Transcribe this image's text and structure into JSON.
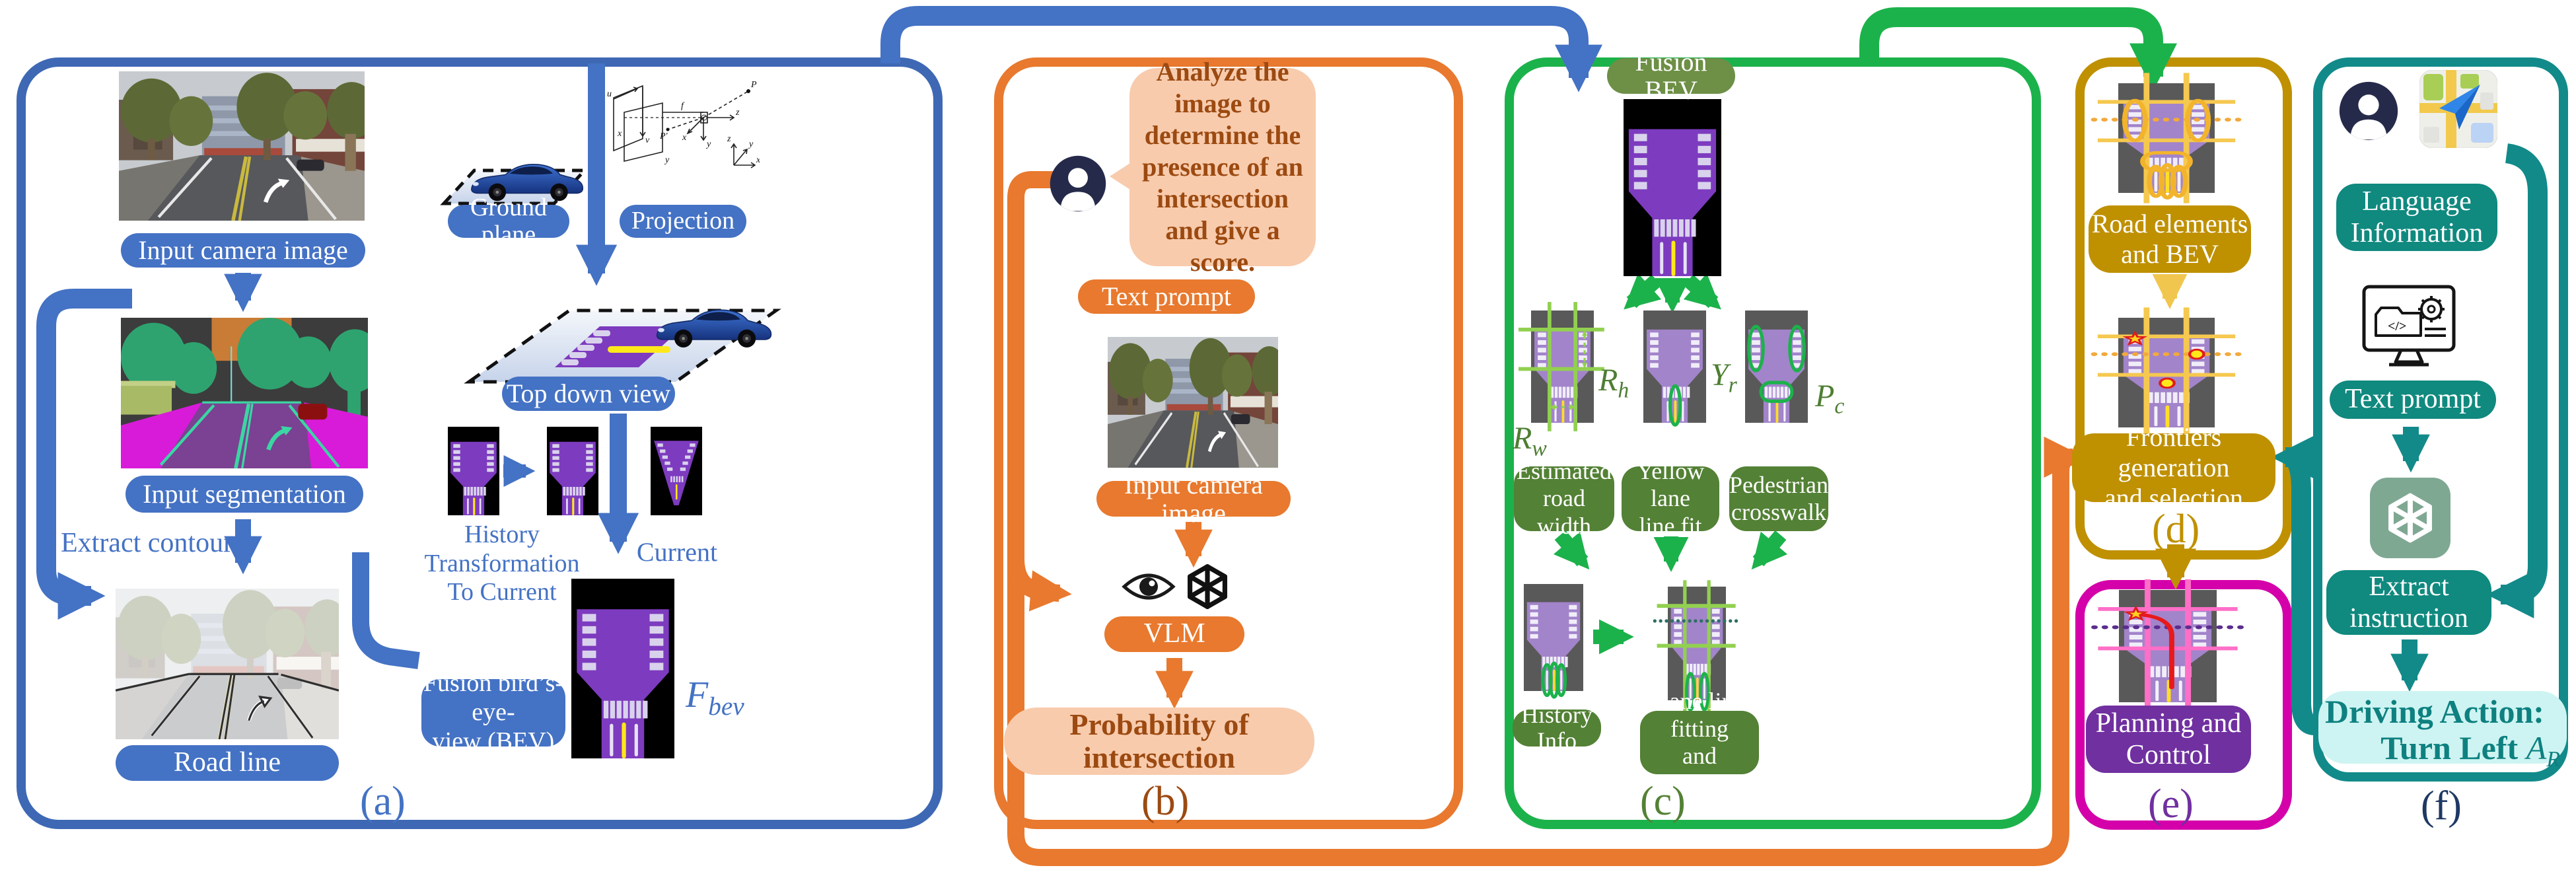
{
  "figure": {
    "caption_a": "(a)",
    "caption_b": "(b)",
    "caption_c": "(c)",
    "caption_d": "(d)",
    "caption_e": "(e)",
    "caption_f": "(f)"
  },
  "panel_a": {
    "input_camera_label": "Input camera image",
    "input_segmentation_label": "Input segmentation",
    "extract_contours_label": "Extract contours:",
    "road_line_label": "Road line",
    "ground_plane_label": "Ground plane",
    "projection_label": "Projection",
    "projection_marks": {
      "u": "u",
      "v": "v",
      "x": "x",
      "y": "y",
      "z": "z",
      "f": "f",
      "p": "P",
      "p_prime": "P'"
    },
    "top_down_label": "Top down view",
    "history_caption_line1": "History Transformation",
    "history_caption_line2": "To Current",
    "current_caption": "Current",
    "fusion_pill_line1": "Fusion bird’s-eye-",
    "fusion_pill_line2": "view (BEV)",
    "fbev": {
      "base": "F",
      "sub": "bev"
    }
  },
  "panel_b": {
    "speech_text": "Analyze the image to determine the presence of an intersection and give a score.",
    "text_prompt_label": "Text prompt",
    "input_camera_label": "Input camera image",
    "vlm_label": "VLM",
    "probability_label": "Probability of intersection"
  },
  "panel_c": {
    "fusion_bev_label": "Fusion BEV",
    "rh": {
      "base": "R",
      "sub": "h"
    },
    "rw": {
      "base": "R",
      "sub": "w"
    },
    "yr": {
      "base": "Y",
      "sub": "r"
    },
    "pc": {
      "base": "P",
      "sub": "c"
    },
    "estimated_line1": "Estimated road",
    "estimated_line2": "width",
    "yellow_line1": "Yellow lane",
    "yellow_line2": "line fit",
    "pedestrian_line1": "Pedestrian",
    "pedestrian_line2": "crosswalk",
    "history_info_label": "History Info",
    "lane_fitting_line1": "Lane line fitting",
    "lane_fitting_line2": "and supplement"
  },
  "panel_d": {
    "road_elements_line1": "Road elements",
    "road_elements_line2": "and BEV",
    "frontiers_line1": "Frontiers generation",
    "frontiers_line2": "and selection"
  },
  "panel_e": {
    "planning_line1": "Planning and",
    "planning_line2": "Control"
  },
  "panel_f": {
    "language_line1": "Language",
    "language_line2": "Information",
    "text_prompt_label": "Text prompt",
    "extract_line1": "Extract",
    "extract_line2": "instruction",
    "driving_line1": "Driving Action:",
    "driving_line2_prefix": "Turn Left",
    "driving_var": {
      "base": "A",
      "sub": "R"
    },
    "code_glyph": "</>"
  },
  "colors": {
    "blue": "#4472C4",
    "orange": "#E8792E",
    "green": "#1CB24B",
    "olive": "#6D8F46",
    "dark_green": "#538135",
    "light_green": "#92D050",
    "gold": "#BF9000",
    "magenta": "#D400A9",
    "pink": "#FF6EC7",
    "purple": "#7030A0",
    "teal": "#128A8A",
    "peach": "#F8CBAD",
    "brown": "#9C4A11",
    "bev_road_purple": "#7D3BBF",
    "bev_gray_road": "#A284CA",
    "yellow_line": "#FFE81A"
  }
}
